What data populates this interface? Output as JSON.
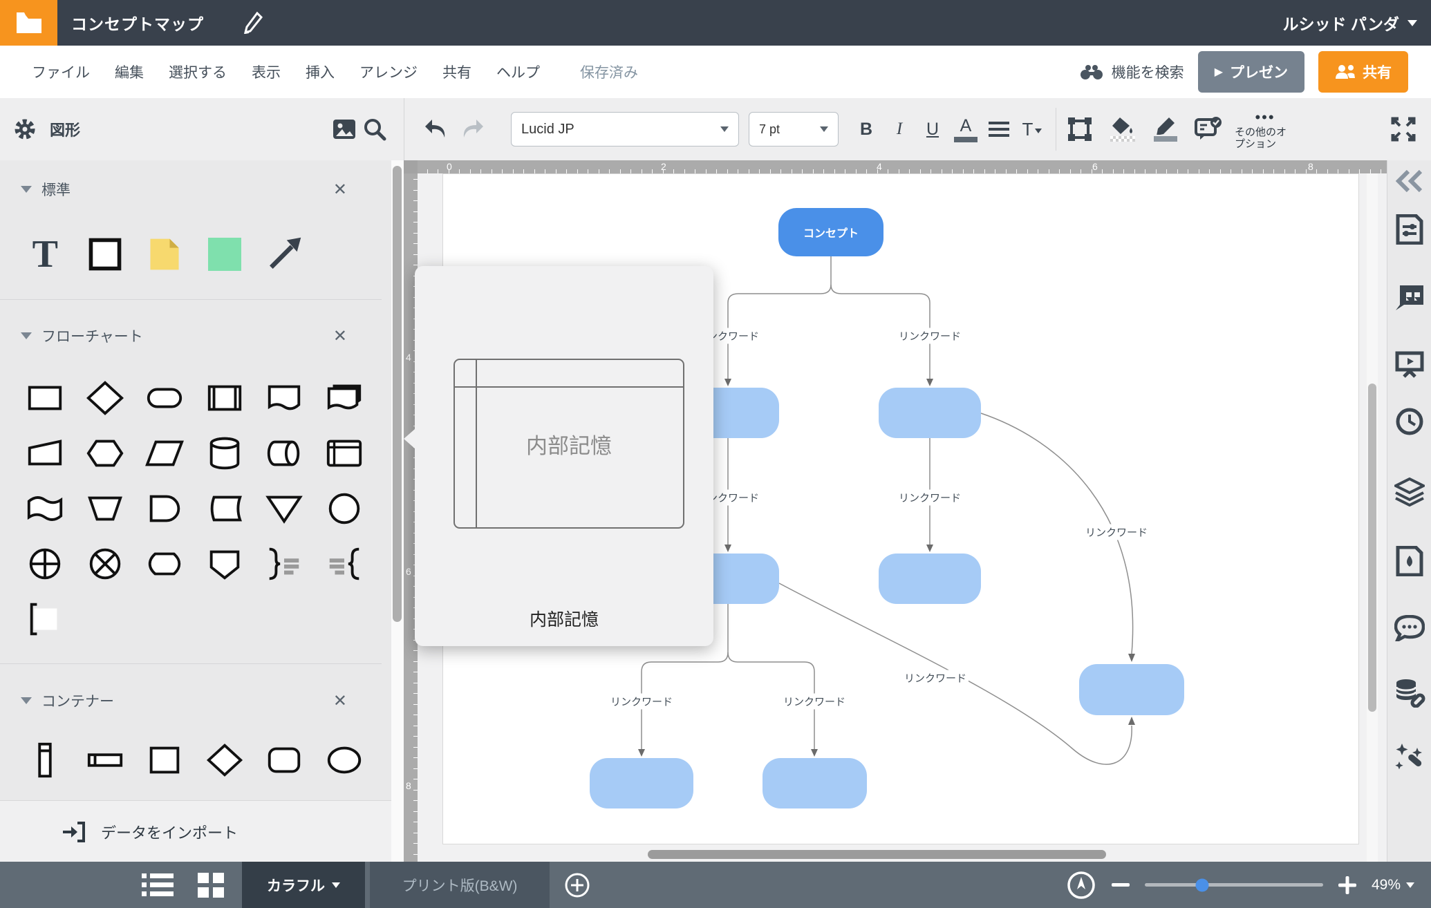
{
  "topbar": {
    "title": "コンセプトマップ",
    "user": "ルシッド パンダ"
  },
  "menubar": {
    "items": [
      "ファイル",
      "編集",
      "選択する",
      "表示",
      "挿入",
      "アレンジ",
      "共有",
      "ヘルプ"
    ],
    "saved_status": "保存済み",
    "feature_search": "機能を検索",
    "present_button": "プレゼン",
    "share_button": "共有"
  },
  "toolbar": {
    "shapes_label": "図形",
    "font_name": "Lucid JP",
    "font_size": "7 pt",
    "bold": "B",
    "italic": "I",
    "underline": "U",
    "text_color": "A",
    "ellipsis": "•••",
    "more_options": "その他のオプション"
  },
  "shape_panel": {
    "sections": [
      {
        "title": "標準"
      },
      {
        "title": "フローチャート"
      },
      {
        "title": "コンテナー"
      }
    ],
    "close_glyph": "✕",
    "import_button": "データをインポート",
    "standard_shapes": [
      "text",
      "rectangle",
      "note",
      "colored-square",
      "arrow"
    ],
    "flowchart_shapes": [
      "process",
      "decision",
      "terminator",
      "predefined-process",
      "document",
      "multi-document",
      "manual-input",
      "preparation",
      "data",
      "database",
      "direct-access-storage",
      "internal-storage",
      "paper-tape",
      "manual-operation",
      "delay",
      "stored-data",
      "merge",
      "connector",
      "summing-junction",
      "or",
      "sort",
      "off-page-connector",
      "brace-right",
      "brace-left",
      "bracket-left"
    ],
    "container_shapes": [
      "vertical-container",
      "horizontal-container",
      "rectangle-container",
      "diamond-container",
      "rounded-container",
      "ellipse-container"
    ]
  },
  "shape_tooltip": {
    "preview_text": "内部記憶",
    "caption": "内部記憶"
  },
  "canvas": {
    "concept_node": "コンセプト",
    "link_labels": [
      "リンクワード",
      "リンクワード",
      "リンクワード",
      "リンクワード",
      "リンクワード",
      "リンクワード",
      "リンクワード",
      "リンクワード"
    ],
    "h_ruler_numbers": [
      "0",
      "2",
      "4",
      "6",
      "8"
    ],
    "v_ruler_numbers": [
      "4",
      "6",
      "8"
    ]
  },
  "statusbar": {
    "view_colorful": "カラフル",
    "view_print": "プリント版(B&W)",
    "zoom_level": "49%"
  },
  "colors": {
    "accent_orange": "#f7941e",
    "node_blue": "#4a90e8",
    "node_light_blue": "#a6cbf6",
    "topbar": "#39414c"
  }
}
